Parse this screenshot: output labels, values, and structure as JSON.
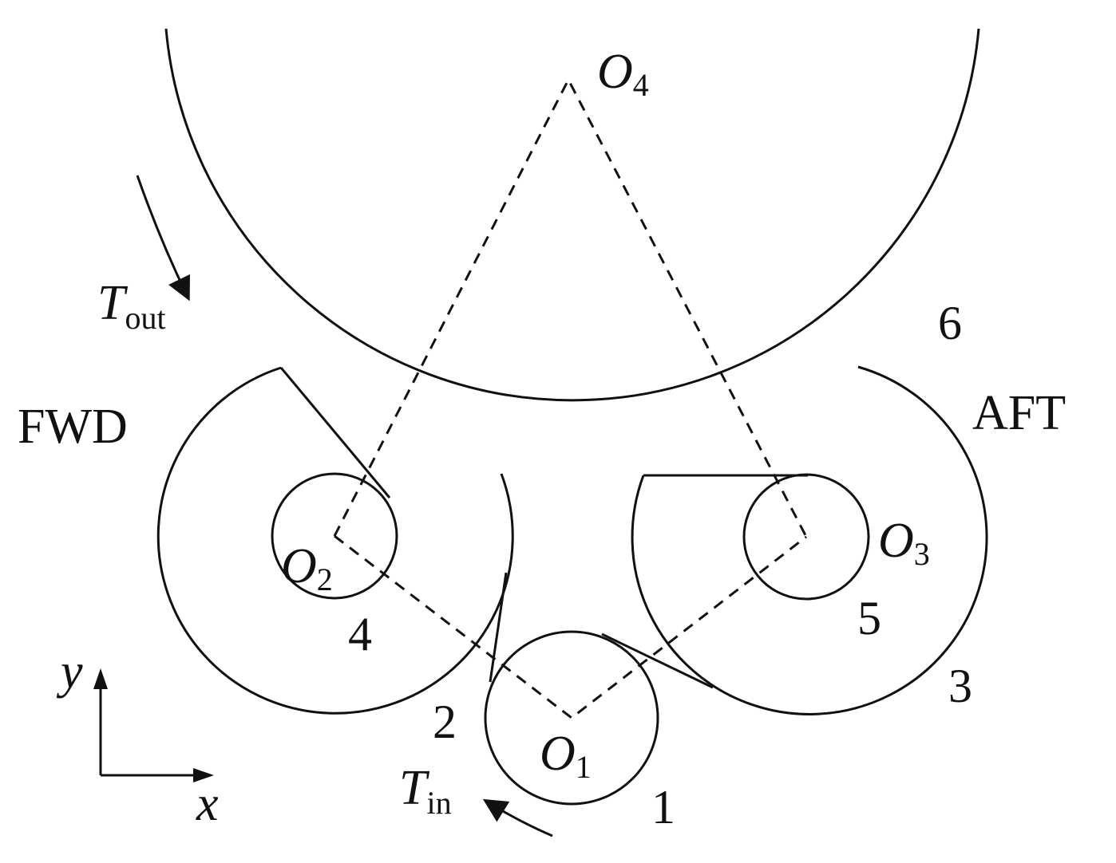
{
  "colors": {
    "stroke": "#111111",
    "background": "#ffffff"
  },
  "labels": {
    "center_o4": {
      "main": "O",
      "sub": "4"
    },
    "center_o3": {
      "main": "O",
      "sub": "3"
    },
    "center_o2": {
      "main": "O",
      "sub": "2"
    },
    "center_o1": {
      "main": "O",
      "sub": "1"
    },
    "torque_out": {
      "main": "T",
      "sub": "out"
    },
    "torque_in": {
      "main": "T",
      "sub": "in"
    },
    "fwd": "FWD",
    "aft": "AFT",
    "gear_1": "1",
    "gear_2": "2",
    "gear_3": "3",
    "gear_4": "4",
    "gear_5": "5",
    "gear_6": "6",
    "axis_x": "x",
    "axis_y": "y"
  }
}
